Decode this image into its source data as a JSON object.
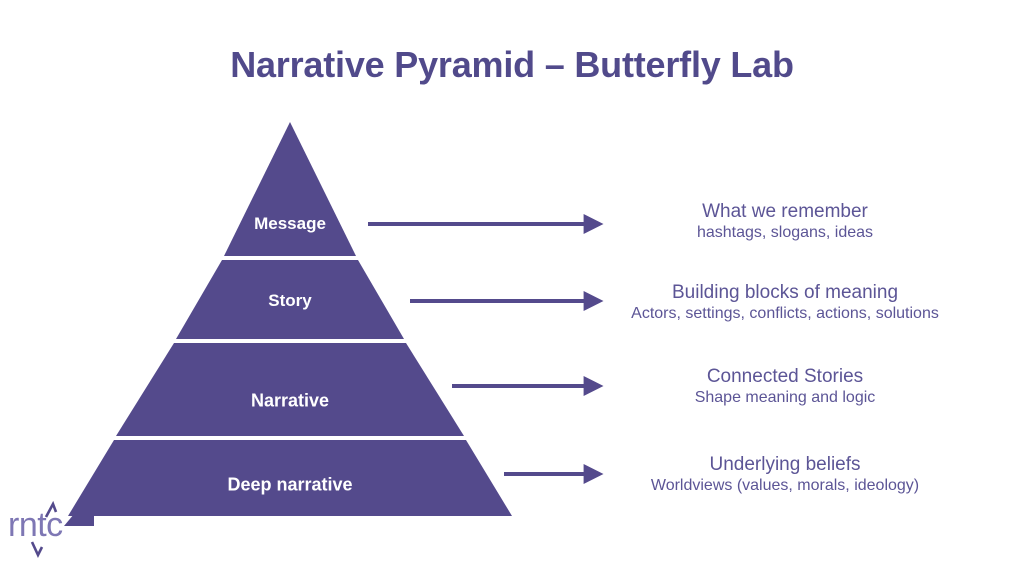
{
  "slide": {
    "title": "Narrative Pyramid – Butterfly Lab",
    "background_color": "#ffffff",
    "accent_color": "#544a8c",
    "title_color": "#514a8b",
    "annotation_color": "#5c5596",
    "tier_label_color": "#ffffff"
  },
  "chart_data": {
    "type": "pyramid",
    "title": "Narrative Pyramid – Butterfly Lab",
    "orientation": "apex-up",
    "levels": [
      {
        "rank": 1,
        "label": "Message",
        "head": "What we remember",
        "sub": "hashtags, slogans, ideas"
      },
      {
        "rank": 2,
        "label": "Story",
        "head": "Building blocks of meaning",
        "sub": "Actors, settings, conflicts, actions, solutions"
      },
      {
        "rank": 3,
        "label": "Narrative",
        "head": "Connected Stories",
        "sub": "Shape meaning and logic"
      },
      {
        "rank": 4,
        "label": "Deep narrative",
        "head": "Underlying beliefs",
        "sub": "Worldviews (values, morals, ideology)"
      }
    ]
  },
  "logo": {
    "wordmark": "rntc",
    "color": "#7e77b4",
    "mark_color": "#544a8c"
  }
}
